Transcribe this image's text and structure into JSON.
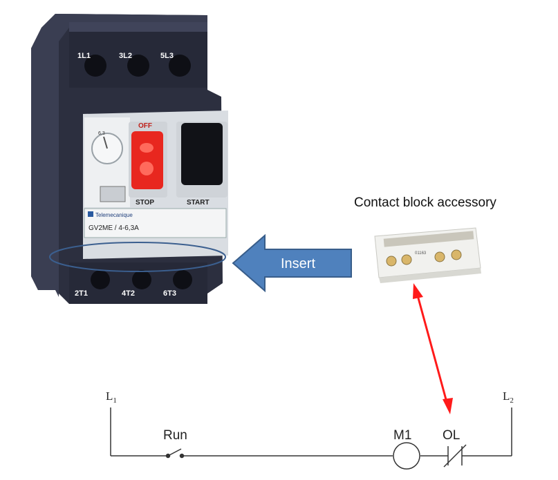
{
  "breaker": {
    "terminals_top": [
      "1L1",
      "3L2",
      "5L3"
    ],
    "terminals_bottom": [
      "2T1",
      "4T2",
      "6T3"
    ],
    "off_label": "OFF",
    "stop_label": "STOP",
    "start_label": "START",
    "brand": "Telemecanique",
    "model": "GV2ME / 4-6,3A",
    "dial_label": "6,3"
  },
  "arrow": {
    "label": "Insert"
  },
  "accessory": {
    "title": "Contact block accessory",
    "code": "01163"
  },
  "circuit": {
    "left_line": "L",
    "left_sub": "1",
    "right_line": "L",
    "right_sub": "2",
    "switch_label": "Run",
    "motor_label": "M1",
    "overload_label": "OL"
  },
  "colors": {
    "arrow_fill": "#4f81bd",
    "arrow_stroke": "#385d8a",
    "ellipse": "#3b5f8f",
    "red_arrow": "#ff1a1a",
    "breaker_body": "#2e3142"
  }
}
